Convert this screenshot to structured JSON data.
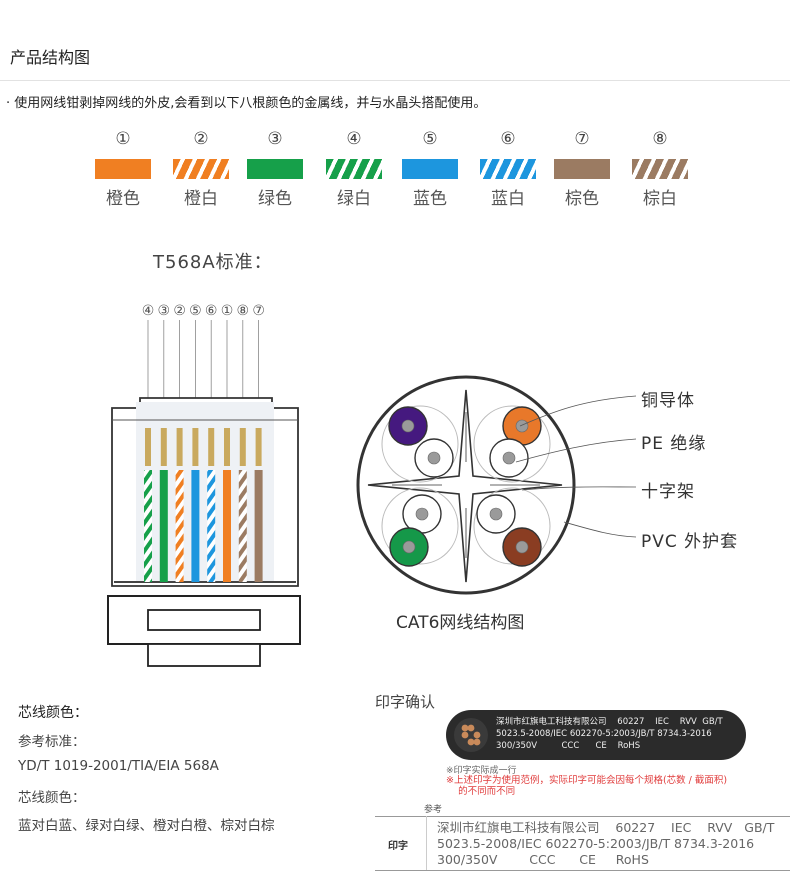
{
  "section_title": "产品结构图",
  "intro_text": "· 使用网线钳剥掉网线的外皮,会看到以下八根颜色的金属线，并与水晶头搭配使用。",
  "wires": [
    {
      "number": "①",
      "label": "橙色",
      "color": "#f07f22",
      "striped": false
    },
    {
      "number": "②",
      "label": "橙白",
      "color": "#f07f22",
      "striped": true
    },
    {
      "number": "③",
      "label": "绿色",
      "color": "#16a04a",
      "striped": false
    },
    {
      "number": "④",
      "label": "绿白",
      "color": "#16a04a",
      "striped": true
    },
    {
      "number": "⑤",
      "label": "蓝色",
      "color": "#1d96de",
      "striped": false
    },
    {
      "number": "⑥",
      "label": "蓝白",
      "color": "#1d96de",
      "striped": true
    },
    {
      "number": "⑦",
      "label": "棕色",
      "color": "#9b7b62",
      "striped": false
    },
    {
      "number": "⑧",
      "label": "棕白",
      "color": "#9b7b62",
      "striped": true
    }
  ],
  "standard_title": "T568A标准：",
  "connector_order": [
    "④",
    "③",
    "②",
    "⑤",
    "⑥",
    "①",
    "⑧",
    "⑦"
  ],
  "cable_caption": "CAT6网线结构图",
  "callouts": [
    "铜导体",
    "PE 绝缘",
    "十字架",
    "PVC 外护套"
  ],
  "core_colors": {
    "purple": "#45197f",
    "orange": "#e8782a",
    "green": "#159849",
    "brown": "#8a3d22"
  },
  "left_info": {
    "heading": "芯线颜色：",
    "ref_label": "参考标准：",
    "standard": "YD/T 1019-2001/TIA/EIA 568A",
    "colors_label": "芯线颜色：",
    "pairs": "蓝对白蓝、绿对白绿、橙对白橙、棕对白棕"
  },
  "print_section": {
    "title": "印字确认",
    "band_text": "深圳市红旗电工科技有限公司    60227    IEC    RVV  GB/T\n5023.5-2008/IEC 602270-5:2003/JB/T 8734.3-2016\n300/350V         CCC      CE    RoHS",
    "note1": "※印字实际成一行",
    "note2": "※上述印字为使用范例，实际印字可能会因每个规格(芯数 / 截面积)\n    的不同而不同",
    "ref_label": "参考",
    "table_key": "印字",
    "table_value": "深圳市红旗电工科技有限公司    60227    IEC    RVV   GB/T\n5023.5-2008/IEC 602270-5:2003/JB/T 8734.3-2016\n300/350V        CCC      CE     RoHS"
  }
}
